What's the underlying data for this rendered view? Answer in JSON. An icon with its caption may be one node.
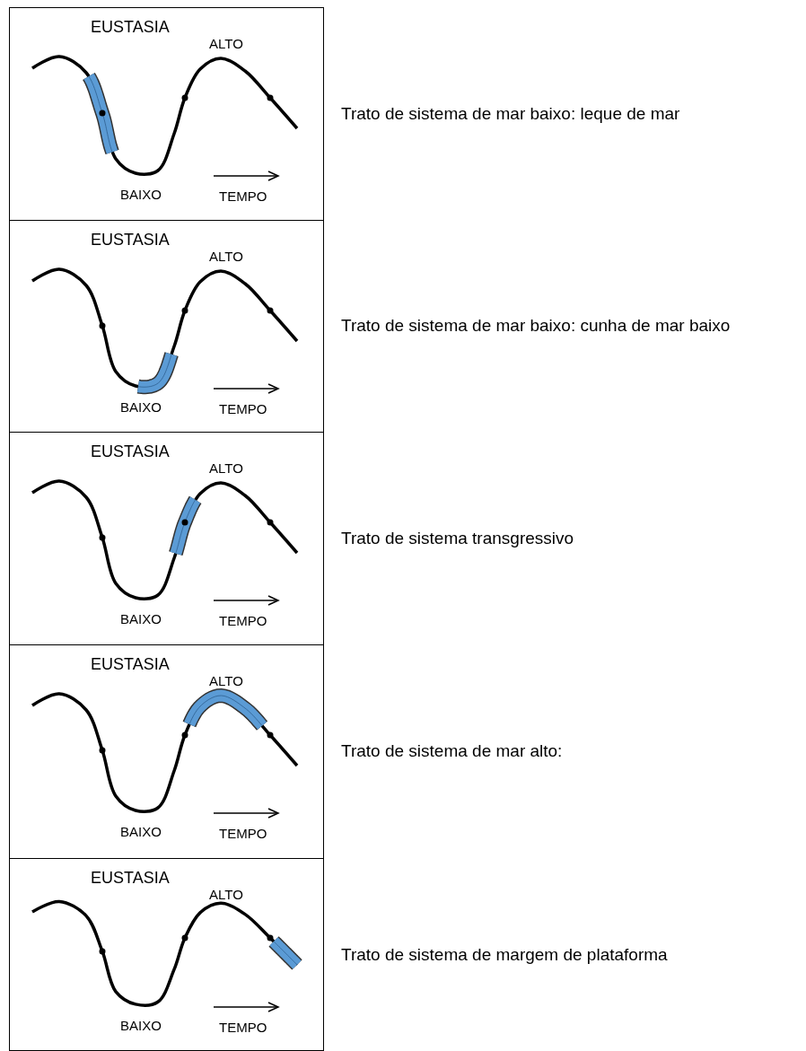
{
  "diagram": {
    "nodes": [
      {
        "text": [
          "EUSTASIA",
          "ALTO",
          "BAIXO",
          "TEMPO"
        ],
        "beside": [
          "Trato de sistema de mar baixo: leque de mar"
        ]
      },
      {
        "text": [
          "EUSTASIA",
          "ALTO",
          "BAIXO",
          "TEMPO"
        ],
        "beside": [
          "Trato de sistema de mar baixo: cunha de mar baixo"
        ]
      },
      {
        "text": [
          "EUSTASIA",
          "ALTO",
          "BAIXO",
          "TEMPO"
        ],
        "beside": [
          "Trato de sistema transgressivo"
        ]
      },
      {
        "text": [
          "EUSTASIA",
          "ALTO",
          "BAIXO",
          "TEMPO"
        ],
        "beside": [
          "Trato de sistema de mar alto:"
        ]
      },
      {
        "text": [
          "EUSTASIA",
          "ALTO",
          "BAIXO",
          "TEMPO"
        ],
        "beside": [
          "Trato de sistema de margem de plataforma"
        ]
      }
    ]
  }
}
